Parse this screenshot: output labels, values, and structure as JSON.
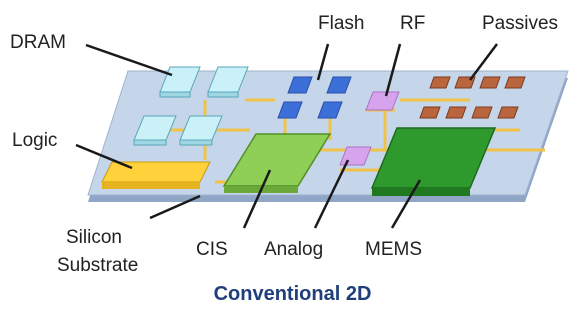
{
  "labels": {
    "dram": "DRAM",
    "flash": "Flash",
    "rf": "RF",
    "passives": "Passives",
    "logic": "Logic",
    "silicon_line1": "Silicon",
    "silicon_line2": "Substrate",
    "cis": "CIS",
    "analog": "Analog",
    "mems": "MEMS"
  },
  "caption": "Conventional 2D",
  "colors": {
    "substrate": "#c6d6ea",
    "substrate_edge": "#8fa6c6",
    "trace": "#f0c24a",
    "dram": "#c9f1f7",
    "flash": "#3c6fd8",
    "rf": "#d6a4ec",
    "passives": "#b9653d",
    "logic": "#ffd23c",
    "cis": "#8fcf55",
    "analog": "#d6a4ec",
    "mems": "#2e9a2e",
    "caption": "#1f3f7a",
    "leader": "#1a1a1a"
  }
}
